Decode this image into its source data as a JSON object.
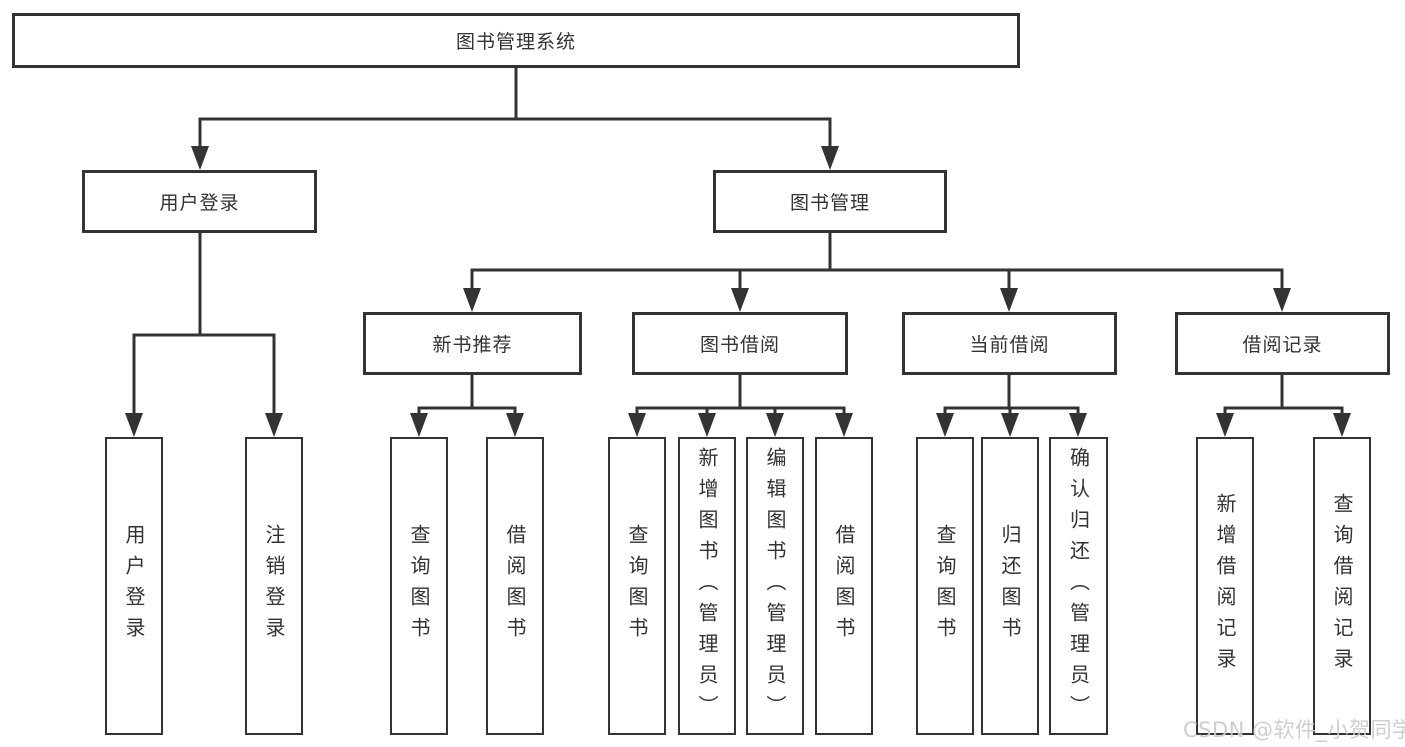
{
  "diagram": {
    "root": {
      "label": "图书管理系统"
    },
    "level2": [
      {
        "label": "用户登录"
      },
      {
        "label": "图书管理"
      }
    ],
    "level3": [
      {
        "label": "新书推荐"
      },
      {
        "label": "图书借阅"
      },
      {
        "label": "当前借阅"
      },
      {
        "label": "借阅记录"
      }
    ],
    "level4": [
      {
        "label": "用户登录"
      },
      {
        "label": "注销登录"
      },
      {
        "label": "查询图书"
      },
      {
        "label": "借阅图书"
      },
      {
        "label": "查询图书"
      },
      {
        "label": "新增图书（管理员）"
      },
      {
        "label": "编辑图书（管理员）"
      },
      {
        "label": "借阅图书"
      },
      {
        "label": "查询图书"
      },
      {
        "label": "归还图书"
      },
      {
        "label": "确认归还（管理员）"
      },
      {
        "label": "新增借阅记录"
      },
      {
        "label": "查询借阅记录"
      }
    ],
    "colors": {
      "line": "#333333",
      "box_background": "#ffffff",
      "text": "#333333",
      "watermark": "#cbcbcb"
    },
    "watermark": "CSDN @软件_小贺同学"
  }
}
